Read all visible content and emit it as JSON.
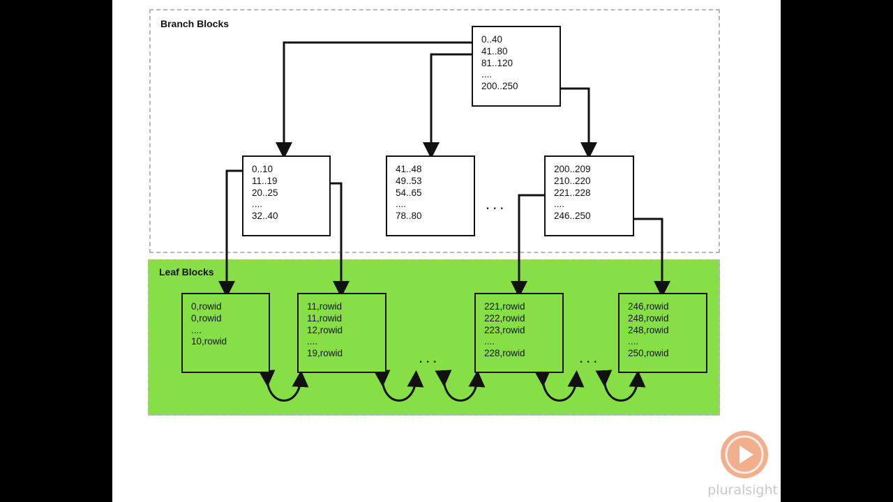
{
  "regions": {
    "branch_title": "Branch Blocks",
    "leaf_title": "Leaf Blocks"
  },
  "root_block": {
    "lines": [
      "0..40",
      "41..80",
      "81..120",
      "....",
      "200..250"
    ]
  },
  "branch_blocks": [
    {
      "lines": [
        "0..10",
        "11..19",
        "20..25",
        "....",
        "32..40"
      ]
    },
    {
      "lines": [
        "41..48",
        "49..53",
        "54..65",
        "....",
        "78..80"
      ]
    },
    {
      "lines": [
        "200..209",
        "210..220",
        "221..228",
        "....",
        "246..250"
      ]
    }
  ],
  "leaf_blocks": [
    {
      "lines": [
        "0,rowid",
        "0,rowid",
        "....",
        "10,rowid"
      ]
    },
    {
      "lines": [
        "11,rowid",
        "11,rowid",
        "12,rowid",
        "....",
        "19,rowid"
      ]
    },
    {
      "lines": [
        "221,rowid",
        "222,rowid",
        "223,rowid",
        "....",
        "228,rowid"
      ]
    },
    {
      "lines": [
        "246,rowid",
        "248,rowid",
        "248,rowid",
        "....",
        "250,rowid"
      ]
    }
  ],
  "ellipses": {
    "branch": "...",
    "leaf_1": "...",
    "leaf_2": "..."
  },
  "logo": {
    "text": "pluralsight",
    "icon": "play-icon",
    "color": "#f0a27a"
  },
  "colors": {
    "leaf_region": "#86e045",
    "border": "#111111"
  }
}
